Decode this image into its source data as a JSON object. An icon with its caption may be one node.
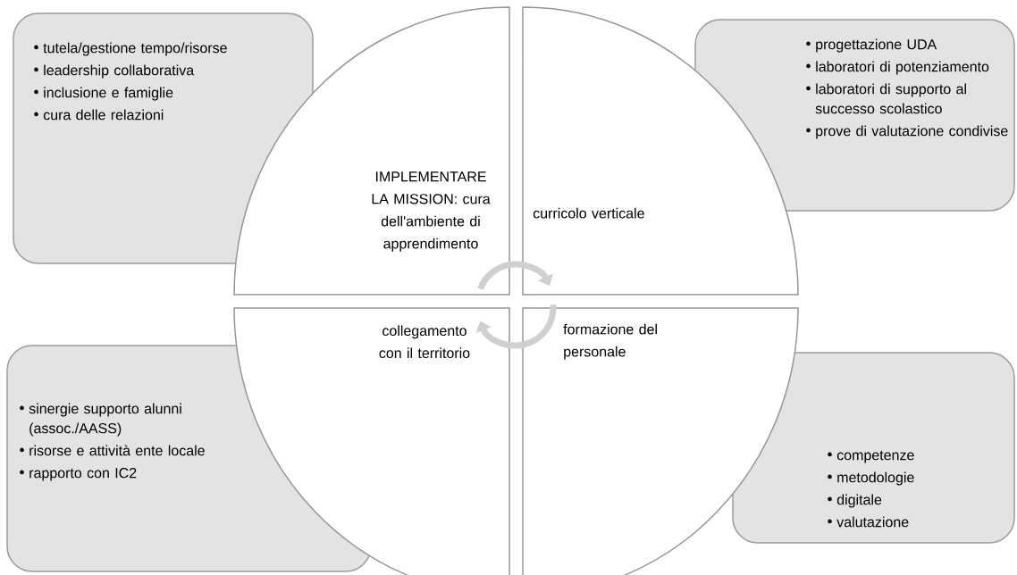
{
  "diagram": {
    "nodes": [
      {
        "text": [
          "tutela/gestione tempo/risorse",
          "leadership collaborativa",
          "inclusione e famiglie",
          "cura delle relazioni"
        ]
      },
      {
        "text": [
          "IMPLEMENTARE LA MISSION: cura dell'ambiente di apprendimento"
        ]
      },
      {
        "text": [
          "curricolo verticale"
        ]
      },
      {
        "text": [
          "progettazione UDA",
          "laboratori di potenziamento",
          "laboratori di supporto al successo scolastico",
          "prove di valutazione condivise"
        ]
      },
      {
        "text": [
          "sinergie supporto alunni (assoc./AASS)",
          "risorse e attività ente locale",
          "rapporto con IC2"
        ]
      },
      {
        "text": [
          "collegamento con il territorio"
        ]
      },
      {
        "text": [
          "formazione del personale"
        ]
      },
      {
        "text": [
          "competenze",
          "metodologie",
          "digitale",
          "valutazione"
        ]
      }
    ],
    "edges": [
      {
        "from": 1,
        "to": 2,
        "arrow": "to"
      },
      {
        "from": 6,
        "to": 5,
        "arrow": "to"
      }
    ]
  }
}
